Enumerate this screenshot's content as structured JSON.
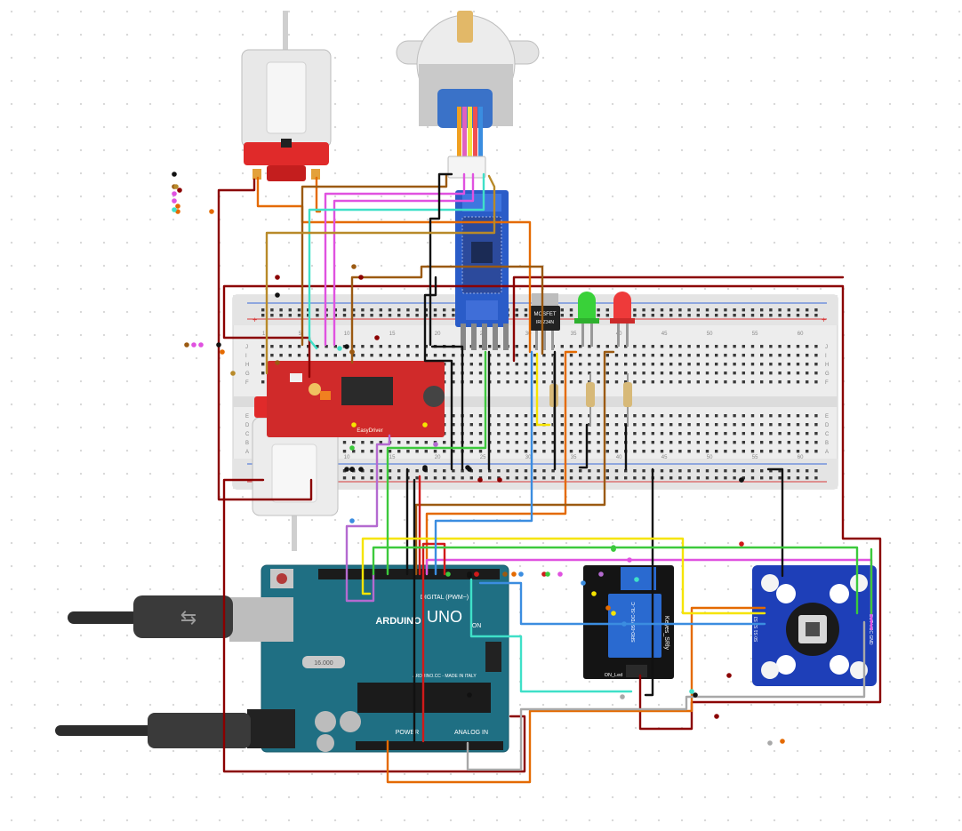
{
  "breadboard": {
    "column_numbers": [
      "1",
      "5",
      "10",
      "15",
      "20",
      "25",
      "30",
      "35",
      "40",
      "45",
      "50",
      "55",
      "60"
    ],
    "row_letters_top": [
      "J",
      "I",
      "H",
      "G",
      "F"
    ],
    "row_letters_bottom": [
      "E",
      "D",
      "C",
      "B",
      "A"
    ]
  },
  "arduino": {
    "brand": "ARDUINO",
    "model": "UNO",
    "digital_label": "DIGITAL (PWM~)",
    "analog_label": "ANALOG IN",
    "power_label": "POWER",
    "on_label": "ON",
    "crystal_label": "16.000",
    "made_in": "ARDUINO.CC - MADE IN ITALY"
  },
  "relay_module": {
    "label": "Keyes_SRly",
    "led_label": "ON_Led",
    "relay_text": "SRD-05VDC-SL-C"
  },
  "motor_driver": {
    "label": "EasyDriver"
  },
  "mosfet": {
    "label": "MOSFET",
    "part": "IRLZ34N"
  },
  "color_sensor": {
    "left_pins": "S0 S1 S2 S3",
    "right_pins": "OUT VCC GND"
  },
  "colors": {
    "wire_darkred": "#8b0000",
    "wire_orange": "#e46a00",
    "wire_brown": "#9b5a12",
    "wire_magenta": "#e052e0",
    "wire_violet": "#b46ad0",
    "wire_cyan": "#3fe0c8",
    "wire_black": "#111111",
    "wire_red": "#d11a1a",
    "wire_yellow": "#f6e400",
    "wire_green": "#3cc93c",
    "wire_blue": "#3b8de0",
    "wire_gray": "#a8a8a8",
    "wire_olive": "#b88a2a",
    "arduino_board": "#1f6f83",
    "breadboard": "#ececec",
    "easydriver_board": "#d02a2a",
    "sensor_board": "#1e3fb8",
    "bluetooth_board": "#2a5cc8"
  }
}
